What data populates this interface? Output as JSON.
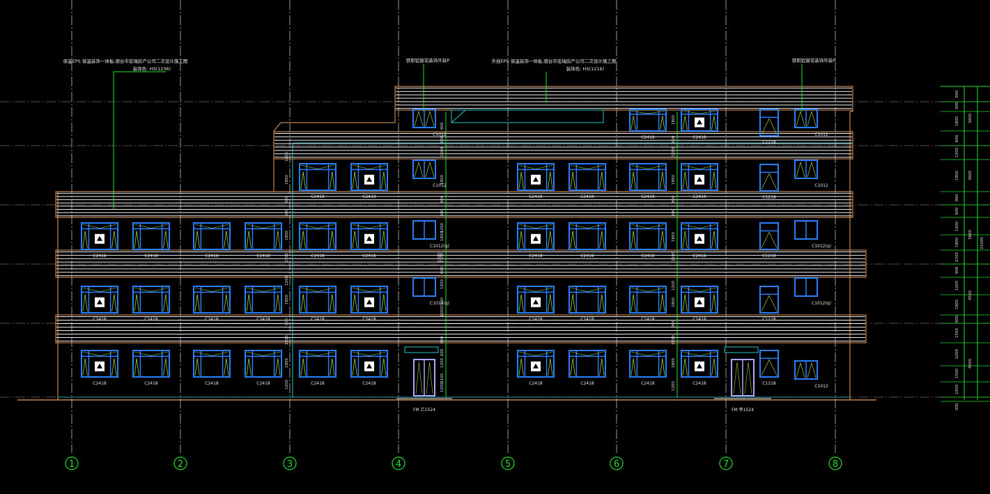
{
  "colors": {
    "background": "#000000",
    "grid": "#9a9a9a",
    "outline": "#e8a060",
    "band": "#f0f0f0",
    "window": "#2a7fff",
    "window_glass": "#9fd23a",
    "leader": "#22e22a",
    "axis": "#22e22a",
    "cyan": "#1fc8c8",
    "dim": "#22e22a",
    "door": "#b0a8ff"
  },
  "axes": [
    "1",
    "2",
    "3",
    "4",
    "5",
    "6",
    "7",
    "8"
  ],
  "annotations": {
    "left_note_1": "保温EPS 保温装饰一体板,烟台市宏瑞房产公司二次设计施工图",
    "left_note_2": "装饰色: HS(1236)",
    "mid_note_1": "铁制铝窗花装饰外装P",
    "center_note_1": "外挂EPS 保温装饰一体板,烟台市宏瑞房产公司二次设计施工图",
    "center_note_2": "装饰色: HS(1216)",
    "right_note_1": "铁制铝窗花装饰外装P"
  },
  "window_labels": {
    "c2418": "C2418",
    "c2418b": "C2418",
    "c1012": "C1012",
    "c1012q": "C1012(q)",
    "c1218": "C1218"
  },
  "door_labels": {
    "fm_b": "FM 乙1524",
    "fm_a": "FM 甲1524"
  },
  "dims": {
    "d600": "600",
    "d900": "900",
    "d1200": "1200",
    "d1800": "1800",
    "d2100": "2100",
    "d2200": "2200",
    "d3600": "3600",
    "d4500": "4500",
    "d1500": "1500",
    "d300": "300",
    "d21000": "21000"
  }
}
